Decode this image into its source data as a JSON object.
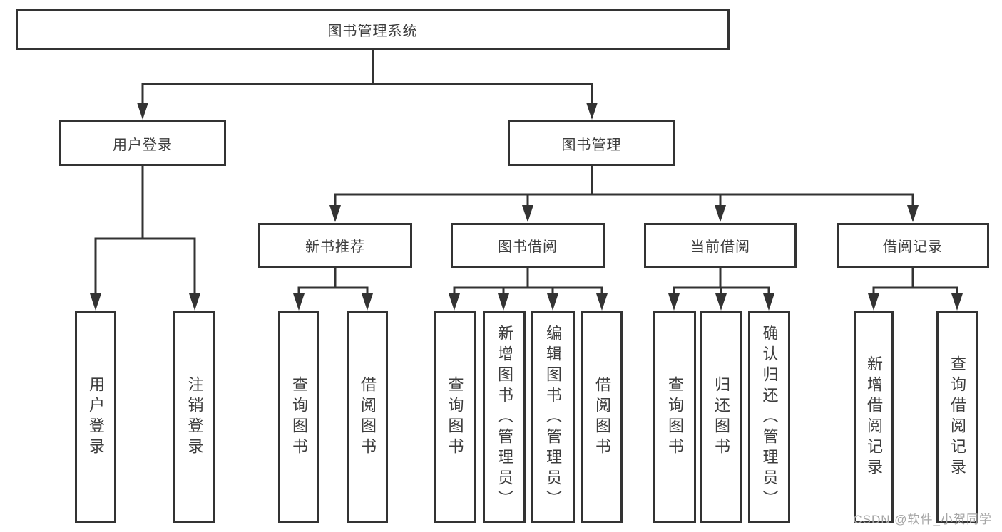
{
  "tree": {
    "root": {
      "label": "图书管理系统"
    },
    "login": {
      "label": "用户登录",
      "children": [
        {
          "label": "用户登录"
        },
        {
          "label": "注销登录"
        }
      ]
    },
    "mgmt": {
      "label": "图书管理",
      "groups": [
        {
          "label": "新书推荐",
          "children": [
            {
              "label": "查询图书"
            },
            {
              "label": "借阅图书"
            }
          ]
        },
        {
          "label": "图书借阅",
          "children": [
            {
              "label": "查询图书"
            },
            {
              "label": "新增图书（管理员）"
            },
            {
              "label": "编辑图书（管理员）"
            },
            {
              "label": "借阅图书"
            }
          ]
        },
        {
          "label": "当前借阅",
          "children": [
            {
              "label": "查询图书"
            },
            {
              "label": "归还图书"
            },
            {
              "label": "确认归还（管理员）"
            }
          ]
        },
        {
          "label": "借阅记录",
          "children": [
            {
              "label": "新增借阅记录"
            },
            {
              "label": "查询借阅记录"
            }
          ]
        }
      ]
    }
  },
  "watermark": {
    "text": "CSDN @软件_小贺同学"
  },
  "colors": {
    "line": "#333333",
    "text": "#3d3d3d",
    "box_background": "#ffffff",
    "watermark": "#a6a6a6"
  }
}
